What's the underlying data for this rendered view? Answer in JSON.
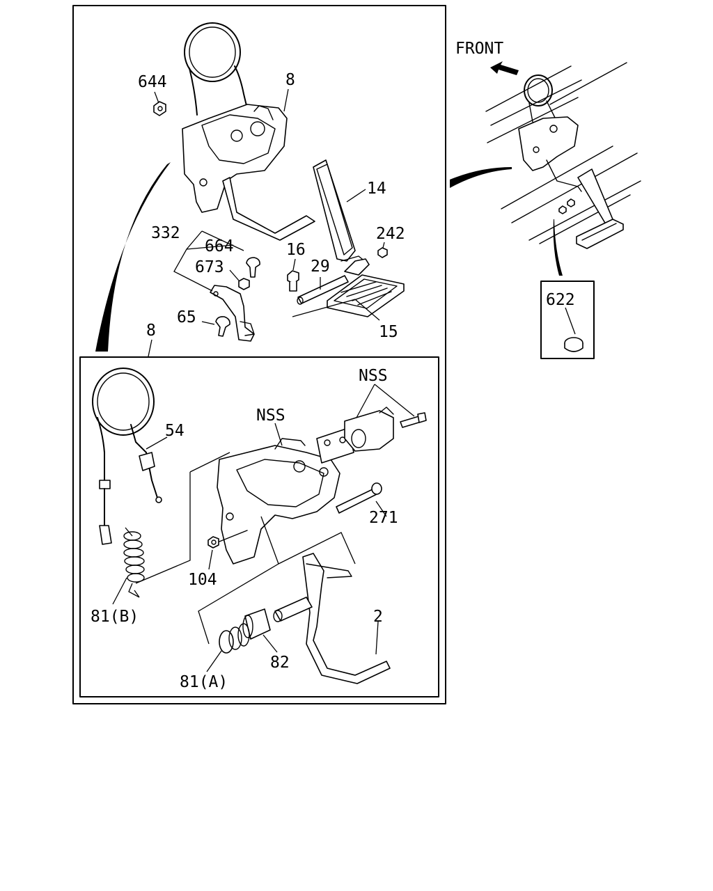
{
  "direction_label": "FRONT",
  "labels": {
    "p644": "644",
    "p8_top": "8",
    "p14": "14",
    "p332": "332",
    "p664": "664",
    "p673": "673",
    "p16": "16",
    "p29": "29",
    "p242": "242",
    "p65": "65",
    "p15": "15",
    "p8_inset": "8",
    "p622": "622",
    "nss_right": "NSS",
    "nss_left": "NSS",
    "p54": "54",
    "p271": "271",
    "p104": "104",
    "p81b": "81(B)",
    "p2": "2",
    "p82": "82",
    "p81a": "81(A)"
  }
}
